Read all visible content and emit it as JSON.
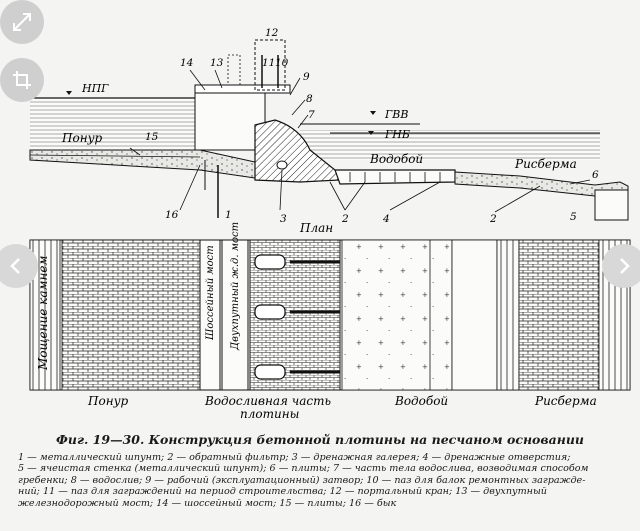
{
  "diagram": {
    "levels": {
      "upstream": "НПГ",
      "downstream_high": "ГВВ",
      "downstream_low": "ГНБ"
    },
    "section_labels": {
      "ponur": "Понур",
      "vodoboy": "Водобой",
      "risberma": "Рисберма",
      "plan": "План"
    },
    "numbers": {
      "n1": "1",
      "n2": "2",
      "n3": "3",
      "n4": "4",
      "n5": "5",
      "n6": "6",
      "n7": "7",
      "n8": "8",
      "n9": "9",
      "n10": "10",
      "n11": "11",
      "n12": "12",
      "n13": "13",
      "n14": "14",
      "n15": "15",
      "n16": "16"
    },
    "plan_labels": {
      "moshchenie": "Мощение камнем",
      "shosseyny_most": "Шоссейный мост",
      "dvukhputny_most": "Двухпутный ж.д. мост",
      "ponur": "Понур",
      "vodoslivnaya": "Водосливная часть",
      "plotiny": "плотины",
      "vodoboy": "Водобой",
      "risberma": "Рисберма"
    }
  },
  "caption": "Фиг. 19—30. Конструкция бетонной плотины на песчаном основании",
  "legend": [
    "1 — металлический шпунт; 2 — обратный фильтр; 3 — дренажная галерея; 4 — дренажные отверстия;",
    "5 — ячеистая стенка (металлический шпунт); 6 — плиты; 7 — часть тела водослива, возводимая способом",
    "гребенки; 8 — водослив; 9 — рабочий (эксплуатационный) затвор; 10 — паз для балок ремонтных загражде-",
    "ний; 11 — паз для заграждений на период строительства; 12 — портальный кран; 13 — двухпутный",
    "железнодорожный мост; 14 — шоссейный мост; 15 — плиты; 16 — бык"
  ],
  "overlay_icons": [
    "expand-icon",
    "crop-icon",
    "prev-arrow-icon",
    "next-arrow-icon"
  ]
}
